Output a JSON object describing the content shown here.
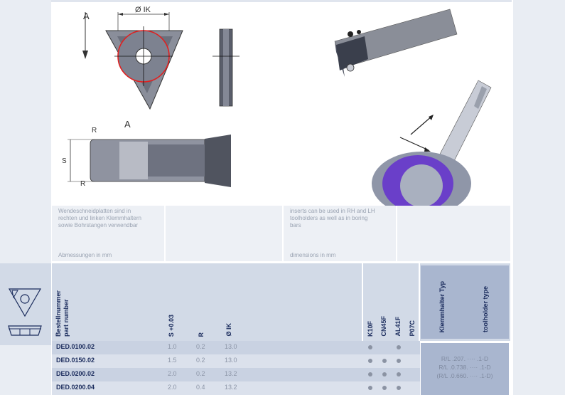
{
  "notes": {
    "de_text": [
      "Wendeschneidplatten sind in",
      "rechten und linken Klemmhaltern",
      "sowie Bohrstangen verwendbar"
    ],
    "de_dim": "Abmessungen in mm",
    "en_text": [
      "inserts can be used in RH and LH",
      "toolholders as well as in boring",
      "bars"
    ],
    "en_dim": "dimensions in mm"
  },
  "drawing_labels": {
    "ik": "Ø IK",
    "a_top": "A",
    "a_side": "A",
    "s": "S",
    "r_top": "R",
    "r_bottom": "R"
  },
  "table": {
    "part_de": "Bestellnummer",
    "part_en": "part number",
    "col_s": "S +0.03",
    "col_r": "R",
    "col_ik": "Ø IK",
    "grades": [
      "K10F",
      "CN45F",
      "AL41F",
      "P07C"
    ],
    "holder_de": "Klemmhalter Typ",
    "holder_en": "toolholder type",
    "rows": [
      {
        "part": "DED.0100.02",
        "s": "1.0",
        "r": "0.2",
        "ik": "13.0",
        "grades": [
          true,
          false,
          true,
          false
        ]
      },
      {
        "part": "DED.0150.02",
        "s": "1.5",
        "r": "0.2",
        "ik": "13.0",
        "grades": [
          true,
          true,
          true,
          false
        ]
      },
      {
        "part": "DED.0200.02",
        "s": "2.0",
        "r": "0.2",
        "ik": "13.2",
        "grades": [
          true,
          true,
          true,
          false
        ]
      },
      {
        "part": "DED.0200.04",
        "s": "2.0",
        "r": "0.4",
        "ik": "13.2",
        "grades": [
          true,
          true,
          true,
          false
        ]
      }
    ],
    "holders": [
      "R/L .207. ···· .1-D",
      "R/L .0.738. ···· .1-D",
      "(R/L .0.660. ···· .1-D)"
    ]
  }
}
